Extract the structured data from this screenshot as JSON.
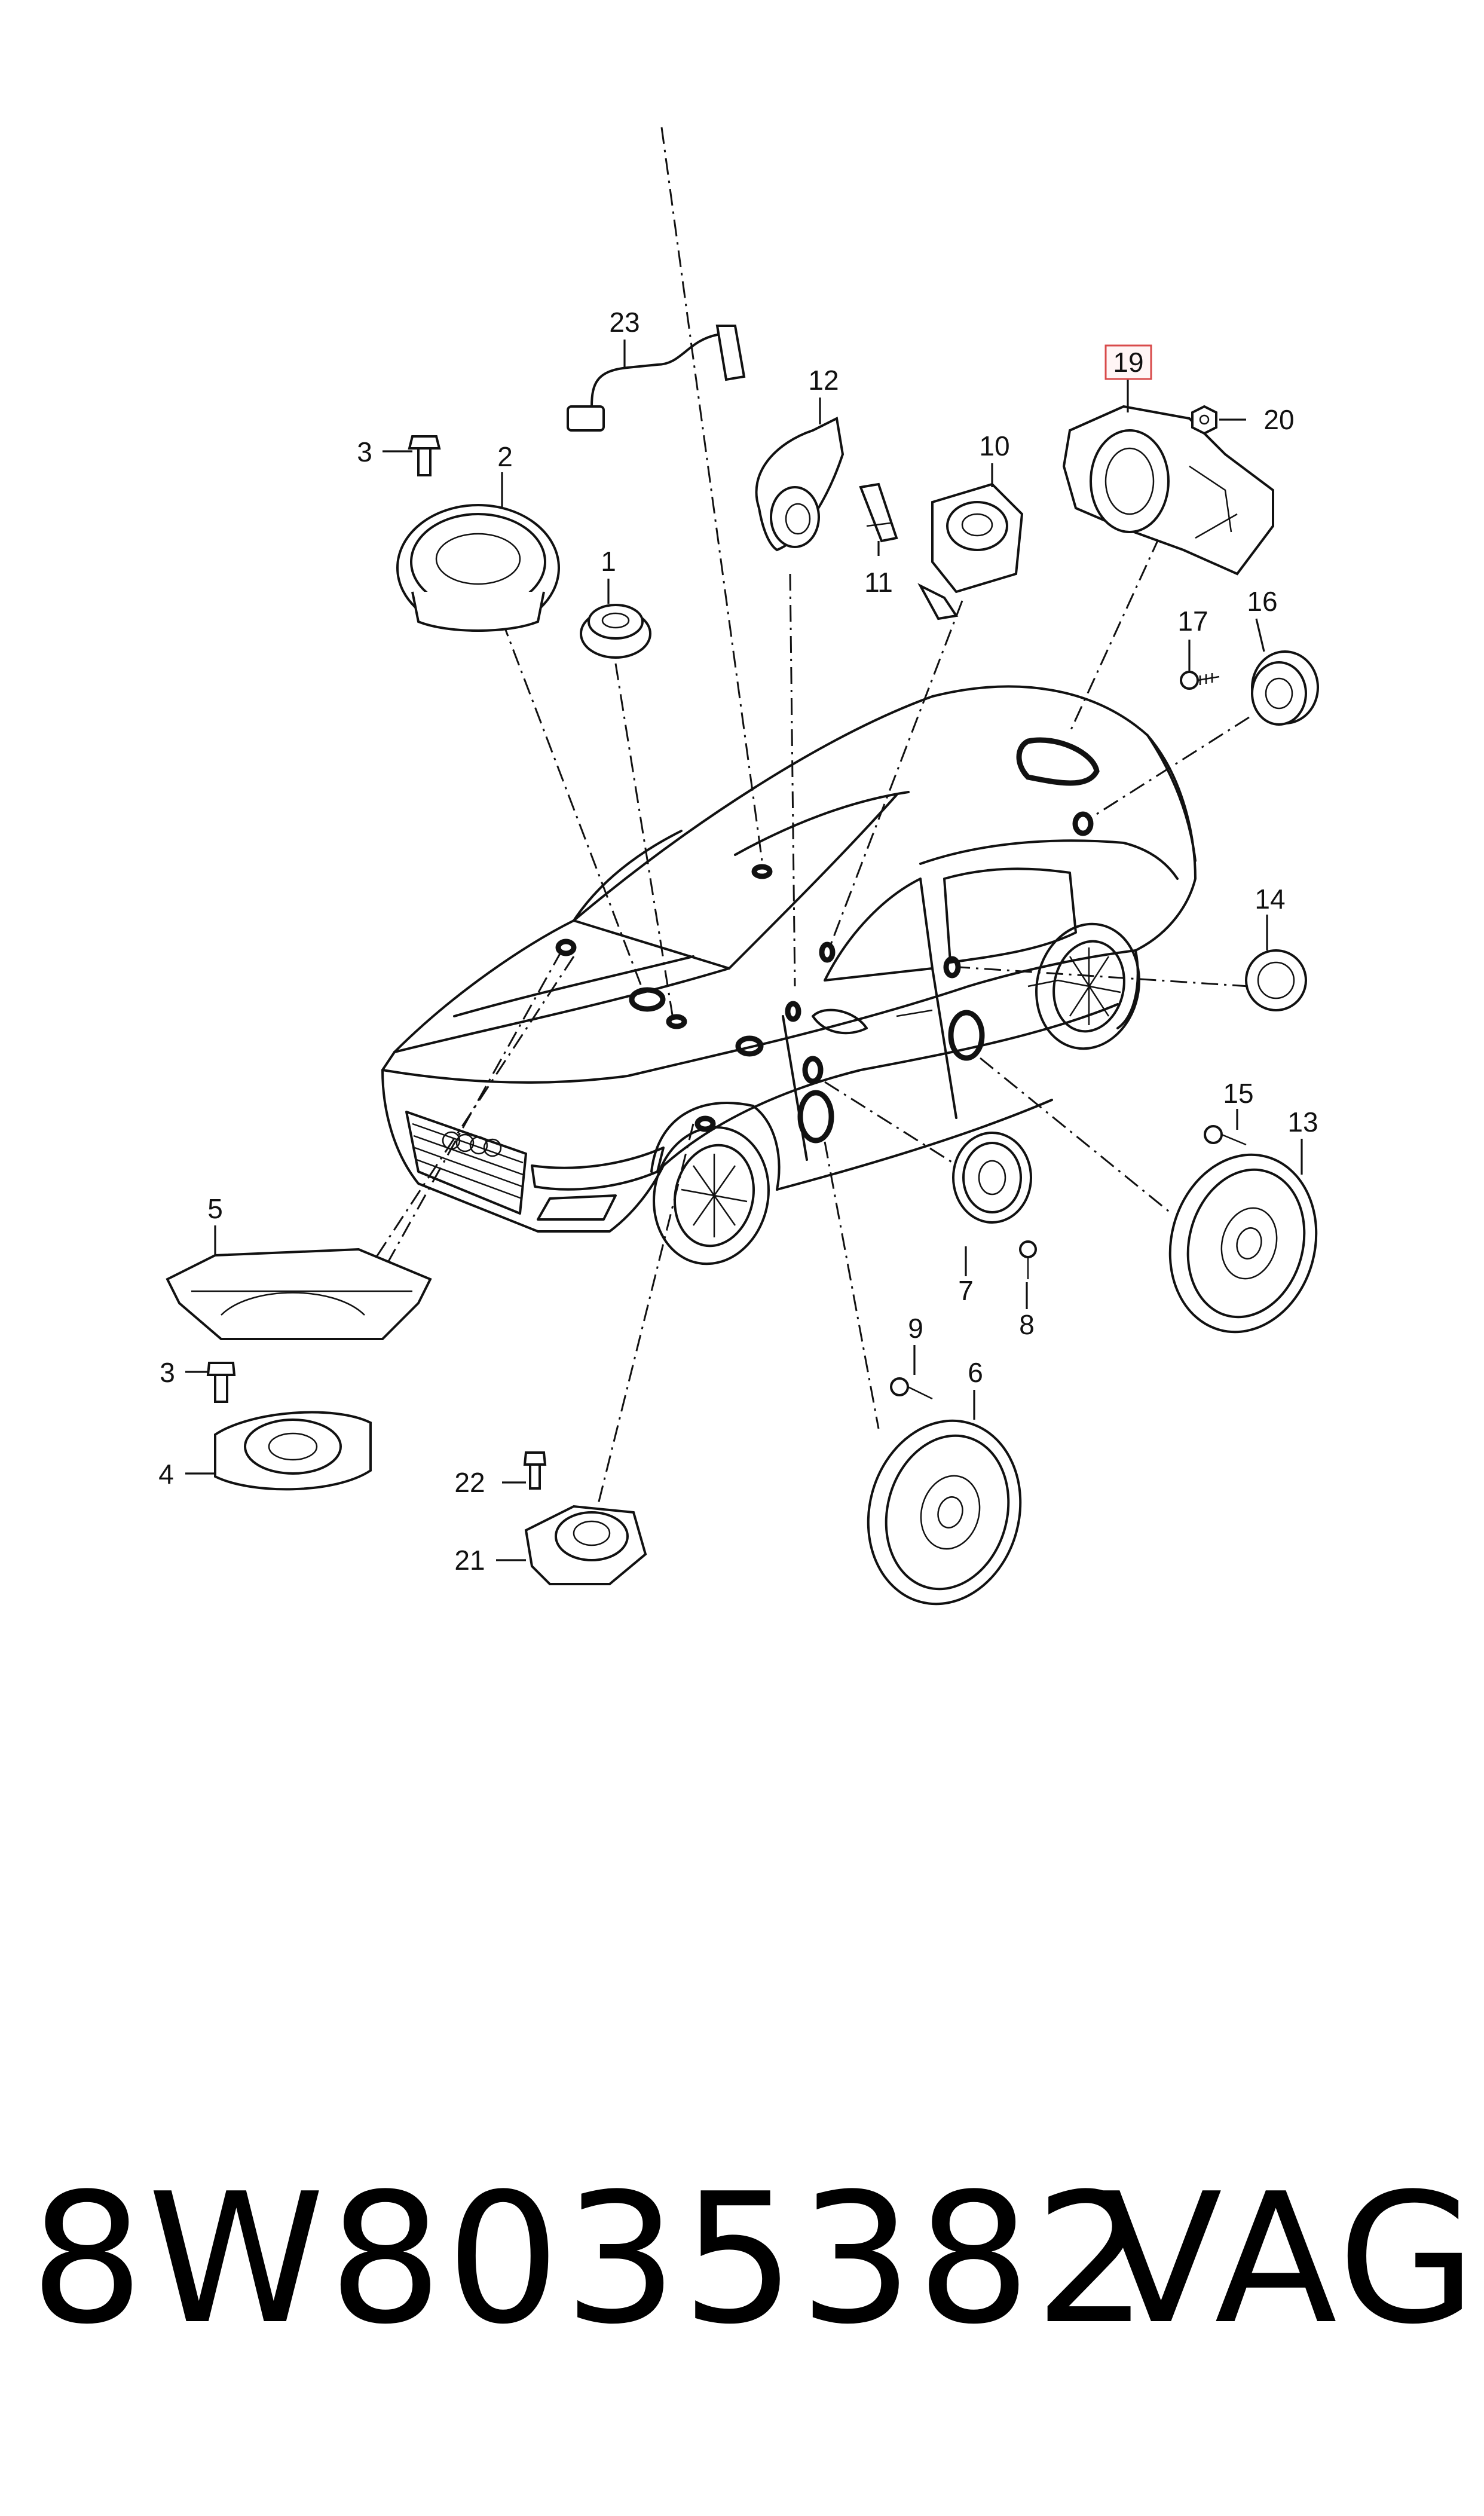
{
  "callouts": {
    "c1": "1",
    "c2": "2",
    "c3a": "3",
    "c3b": "3",
    "c4": "4",
    "c5": "5",
    "c6": "6",
    "c7": "7",
    "c8": "8",
    "c9": "9",
    "c10": "10",
    "c11": "11",
    "c12": "12",
    "c13": "13",
    "c14": "14",
    "c15": "15",
    "c16": "16",
    "c17": "17",
    "c19": "19",
    "c20": "20",
    "c21": "21",
    "c22": "22",
    "c23": "23"
  },
  "highlight_color": "#d84a4a",
  "footer": {
    "part_number": "8W8035382",
    "brand": "VAG"
  }
}
